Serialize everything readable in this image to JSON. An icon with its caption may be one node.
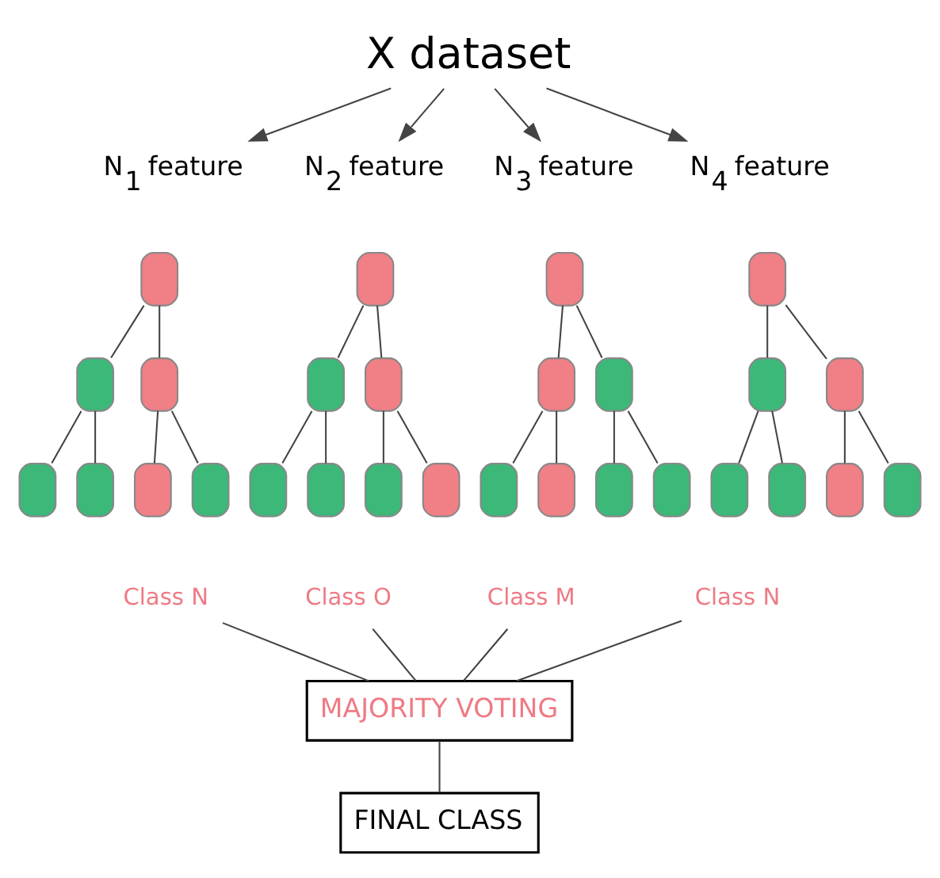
{
  "diagram": {
    "nodes": [
      {
        "text": [
          "X dataset"
        ]
      },
      {
        "text": [
          "N$_{1}$ feature"
        ]
      },
      {
        "text": [
          "N$_{2}$ feature"
        ]
      },
      {
        "text": [
          "N$_{3}$ feature"
        ]
      },
      {
        "text": [
          "N$_{4}$ feature"
        ]
      },
      {
        "text": [],
        "shape": "box"
      },
      {
        "text": [],
        "shape": "box"
      },
      {
        "text": [],
        "shape": "box"
      },
      {
        "text": [],
        "shape": "box"
      },
      {
        "text": [],
        "shape": "box"
      },
      {
        "text": [],
        "shape": "box"
      },
      {
        "text": [],
        "shape": "box"
      },
      {
        "text": [],
        "shape": "box"
      },
      {
        "text": [],
        "shape": "box"
      },
      {
        "text": [],
        "shape": "box"
      },
      {
        "text": [],
        "shape": "box"
      },
      {
        "text": [],
        "shape": "box"
      },
      {
        "text": [],
        "shape": "box"
      },
      {
        "text": [],
        "shape": "box"
      },
      {
        "text": [],
        "shape": "box"
      },
      {
        "text": [],
        "shape": "box"
      },
      {
        "text": [],
        "shape": "box"
      },
      {
        "text": [],
        "shape": "box"
      },
      {
        "text": [],
        "shape": "box"
      },
      {
        "text": [],
        "shape": "box"
      },
      {
        "text": [],
        "shape": "box"
      },
      {
        "text": [],
        "shape": "box"
      },
      {
        "text": [],
        "shape": "box"
      },
      {
        "text": [],
        "shape": "box"
      },
      {
        "text": [],
        "shape": "box"
      },
      {
        "text": [],
        "shape": "box"
      },
      {
        "text": [],
        "shape": "box"
      },
      {
        "text": [],
        "shape": "box"
      },
      {
        "text": [
          "Class N"
        ]
      },
      {
        "text": [
          "Class O"
        ]
      },
      {
        "text": [
          "Class M"
        ]
      },
      {
        "text": [
          "Class N"
        ]
      },
      {
        "text": [
          "MAJORITY VOTING"
        ]
      },
      {
        "text": [
          "FINAL CLASS"
        ]
      }
    ],
    "edges": [
      {
        "from": 0,
        "to": 1,
        "arrow": "to"
      },
      {
        "from": 0,
        "to": 2,
        "arrow": "to"
      },
      {
        "from": 0,
        "to": 3,
        "arrow": "to"
      },
      {
        "from": 0,
        "to": 4,
        "arrow": "to"
      },
      {
        "from": 5,
        "to": 9,
        "arrow": "none"
      },
      {
        "from": 5,
        "to": 10,
        "arrow": "none"
      },
      {
        "from": 9,
        "to": 17,
        "arrow": "none"
      },
      {
        "from": 9,
        "to": 18,
        "arrow": "none"
      },
      {
        "from": 10,
        "to": 19,
        "arrow": "none"
      },
      {
        "from": 10,
        "to": 20,
        "arrow": "none"
      },
      {
        "from": 6,
        "to": 11,
        "arrow": "none"
      },
      {
        "from": 6,
        "to": 12,
        "arrow": "none"
      },
      {
        "from": 11,
        "to": 21,
        "arrow": "none"
      },
      {
        "from": 11,
        "to": 22,
        "arrow": "none"
      },
      {
        "from": 12,
        "to": 23,
        "arrow": "none"
      },
      {
        "from": 12,
        "to": 24,
        "arrow": "none"
      },
      {
        "from": 7,
        "to": 13,
        "arrow": "none"
      },
      {
        "from": 7,
        "to": 14,
        "arrow": "none"
      },
      {
        "from": 13,
        "to": 25,
        "arrow": "none"
      },
      {
        "from": 13,
        "to": 26,
        "arrow": "none"
      },
      {
        "from": 14,
        "to": 27,
        "arrow": "none"
      },
      {
        "from": 14,
        "to": 28,
        "arrow": "none"
      },
      {
        "from": 8,
        "to": 15,
        "arrow": "none"
      },
      {
        "from": 8,
        "to": 16,
        "arrow": "none"
      },
      {
        "from": 15,
        "to": 29,
        "arrow": "none"
      },
      {
        "from": 15,
        "to": 30,
        "arrow": "none"
      },
      {
        "from": 16,
        "to": 31,
        "arrow": "none"
      },
      {
        "from": 16,
        "to": 32,
        "arrow": "none"
      },
      {
        "from": 33,
        "to": 37,
        "arrow": "none"
      },
      {
        "from": 34,
        "to": 37,
        "arrow": "none"
      },
      {
        "from": 35,
        "to": 37,
        "arrow": "none"
      },
      {
        "from": 36,
        "to": 37,
        "arrow": "none"
      },
      {
        "from": 37,
        "to": 38,
        "arrow": "none"
      }
    ]
  }
}
